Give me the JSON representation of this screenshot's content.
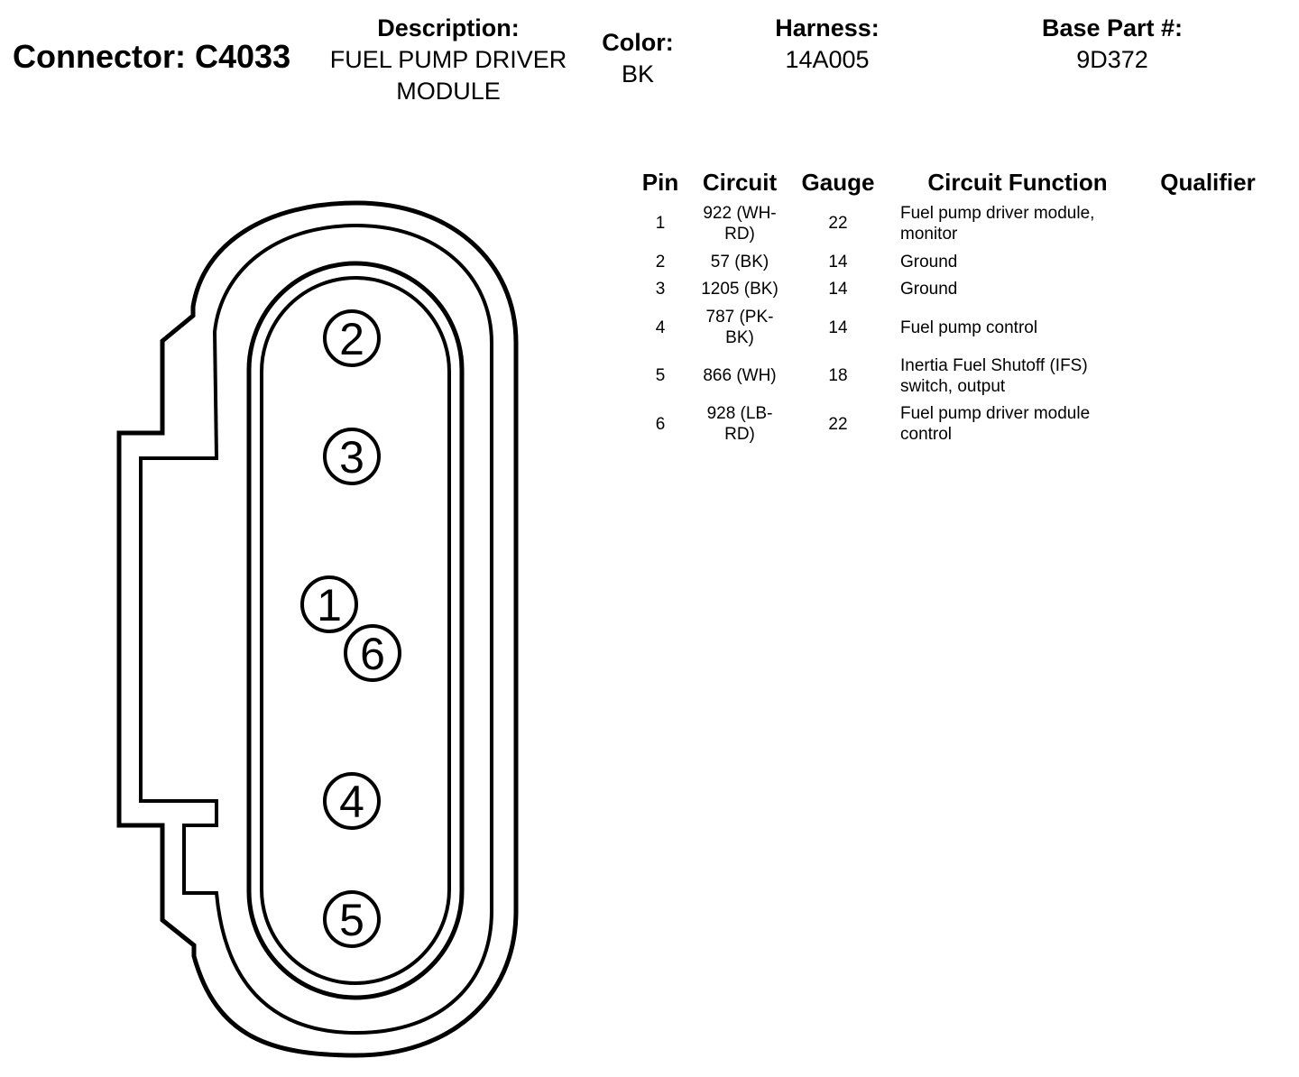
{
  "header": {
    "connector_label": "Connector:",
    "connector_id": "C4033",
    "description_label": "Description:",
    "description_value_line1": "FUEL PUMP DRIVER",
    "description_value_line2": "MODULE",
    "color_label": "Color:",
    "color_value": "BK",
    "harness_label": "Harness:",
    "harness_value": "14A005",
    "base_part_label": "Base Part #:",
    "base_part_value": "9D372"
  },
  "table": {
    "columns": [
      "Pin",
      "Circuit",
      "Gauge",
      "Circuit Function",
      "Qualifier"
    ],
    "rows": [
      {
        "pin": "1",
        "circuit_line1": "922 (WH-",
        "circuit_line2": "RD)",
        "gauge": "22",
        "function_line1": "Fuel pump driver module,",
        "function_line2": "monitor",
        "qualifier": ""
      },
      {
        "pin": "2",
        "circuit_line1": "57 (BK)",
        "circuit_line2": "",
        "gauge": "14",
        "function_line1": "Ground",
        "function_line2": "",
        "qualifier": ""
      },
      {
        "pin": "3",
        "circuit_line1": "1205 (BK)",
        "circuit_line2": "",
        "gauge": "14",
        "function_line1": "Ground",
        "function_line2": "",
        "qualifier": ""
      },
      {
        "pin": "4",
        "circuit_line1": "787 (PK-",
        "circuit_line2": "BK)",
        "gauge": "14",
        "function_line1": "Fuel pump control",
        "function_line2": "",
        "qualifier": ""
      },
      {
        "pin": "5",
        "circuit_line1": "866 (WH)",
        "circuit_line2": "",
        "gauge": "18",
        "function_line1": "Inertia Fuel Shutoff (IFS)",
        "function_line2": "switch, output",
        "qualifier": ""
      },
      {
        "pin": "6",
        "circuit_line1": "928 (LB-",
        "circuit_line2": "RD)",
        "gauge": "22",
        "function_line1": "Fuel pump driver module",
        "function_line2": "control",
        "qualifier": ""
      }
    ]
  },
  "connector_pins": {
    "p1": "1",
    "p2": "2",
    "p3": "3",
    "p4": "4",
    "p5": "5",
    "p6": "6"
  }
}
